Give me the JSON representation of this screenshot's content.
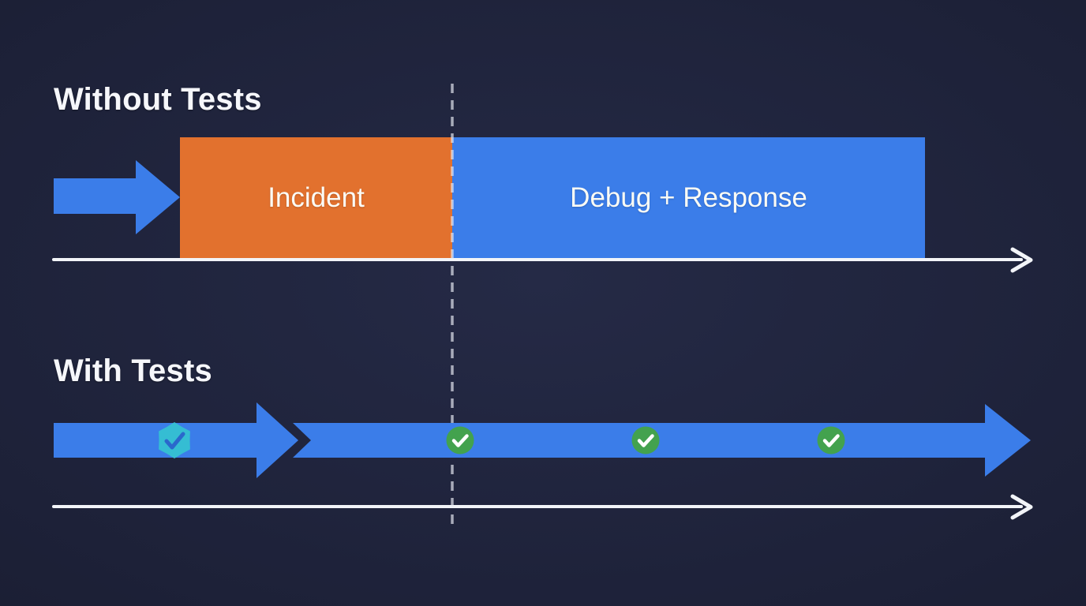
{
  "diagram": {
    "title_semantic": "Incident response timeline comparison: without tests vs with tests",
    "colors": {
      "background": "#1d2138",
      "flow_blue": "#3b7de9",
      "incident_orange": "#e2712e",
      "check_green": "#43a24e",
      "badge_teal": "#35bdd3",
      "badge_check_blue": "#2a68cc",
      "timeline_white": "#f2f4f8",
      "dashed_divider_gray": "#c9cdd9"
    },
    "rows": [
      {
        "title": "Without Tests",
        "segments": [
          {
            "label": "Incident",
            "color": "#e2712e"
          },
          {
            "label": "Debug + Response",
            "color": "#3b7de9"
          }
        ],
        "icons": [
          "flow-arrow",
          "timeline-arrow"
        ]
      },
      {
        "title": "With Tests",
        "segments": [],
        "icons": [
          "verified-badge",
          "flow-arrow",
          "check-circle",
          "check-circle",
          "check-circle",
          "timeline-arrow"
        ]
      }
    ],
    "divider": {
      "name": "dashed-vertical-divider",
      "style": "dashed"
    },
    "check_count": 3
  }
}
